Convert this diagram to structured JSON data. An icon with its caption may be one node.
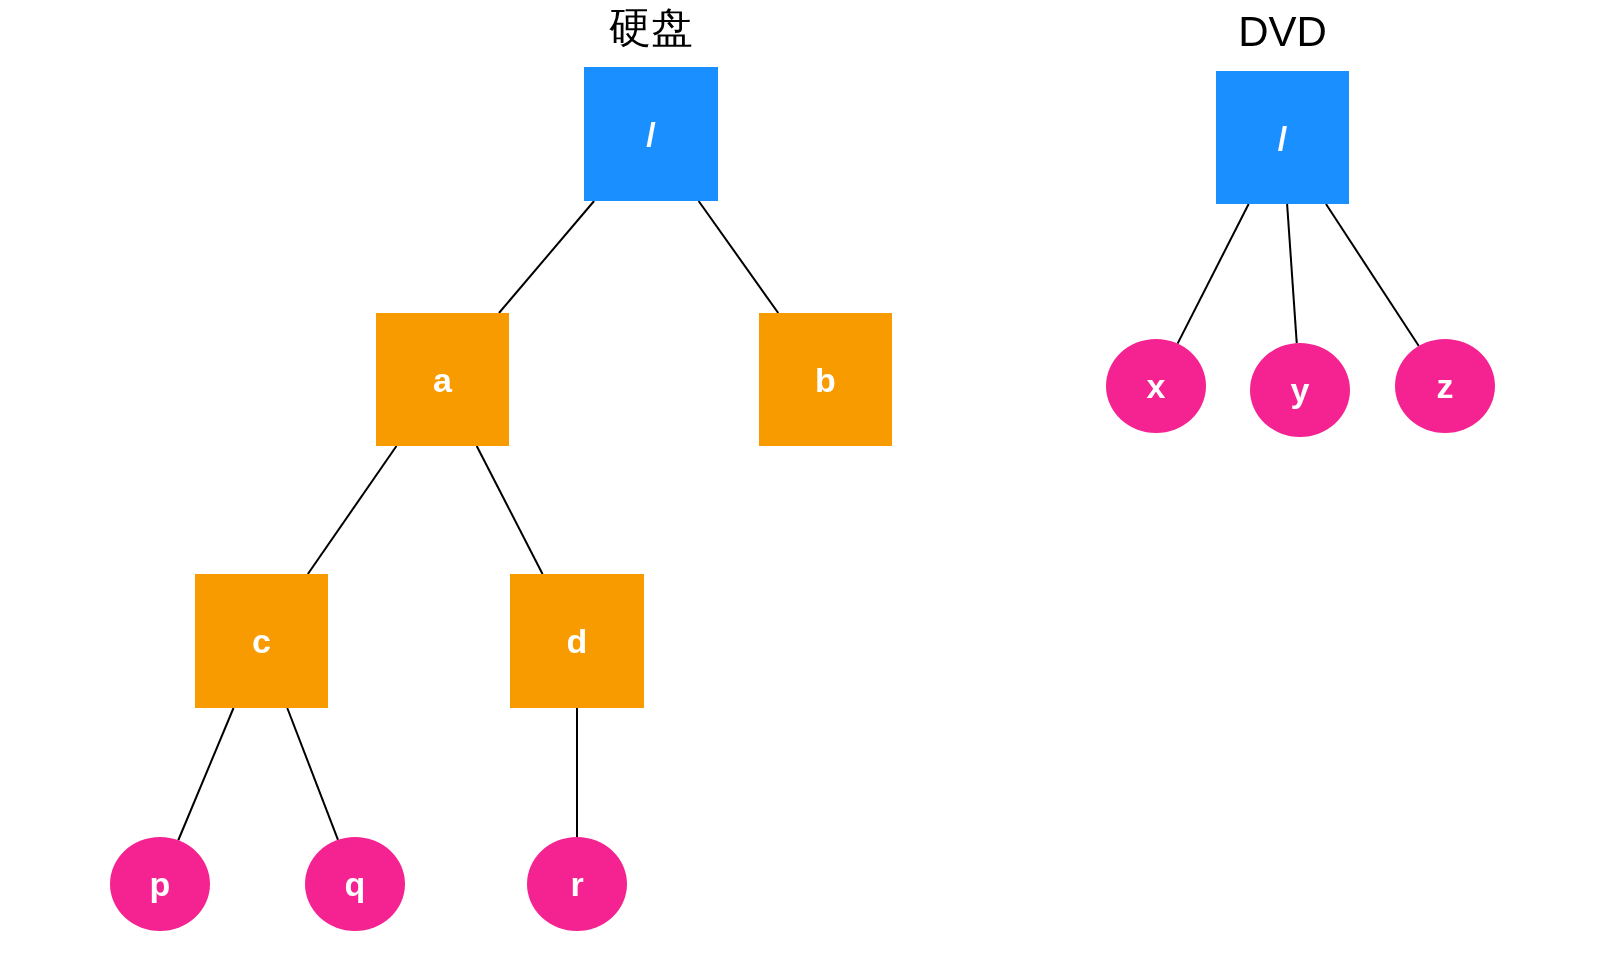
{
  "diagram": {
    "nodes": [
      {
        "text": [
          "硬盘",
          "/"
        ]
      },
      {
        "text": [
          "a"
        ]
      },
      {
        "text": [
          "b"
        ]
      },
      {
        "text": [
          "c"
        ]
      },
      {
        "text": [
          "d"
        ]
      },
      {
        "text": [
          "p"
        ]
      },
      {
        "text": [
          "q"
        ]
      },
      {
        "text": [
          "r"
        ]
      },
      {
        "text": [
          "DVD",
          "/"
        ]
      },
      {
        "text": [
          "x"
        ]
      },
      {
        "text": [
          "y"
        ]
      },
      {
        "text": [
          "z"
        ]
      }
    ],
    "edges": [
      {
        "from": 0,
        "to": 1,
        "arrow": "none"
      },
      {
        "from": 0,
        "to": 2,
        "arrow": "none"
      },
      {
        "from": 1,
        "to": 3,
        "arrow": "none"
      },
      {
        "from": 1,
        "to": 4,
        "arrow": "none"
      },
      {
        "from": 3,
        "to": 5,
        "arrow": "none"
      },
      {
        "from": 3,
        "to": 6,
        "arrow": "none"
      },
      {
        "from": 4,
        "to": 7,
        "arrow": "none"
      },
      {
        "from": 8,
        "to": 9,
        "arrow": "none"
      },
      {
        "from": 8,
        "to": 10,
        "arrow": "none"
      },
      {
        "from": 8,
        "to": 11,
        "arrow": "none"
      }
    ]
  }
}
